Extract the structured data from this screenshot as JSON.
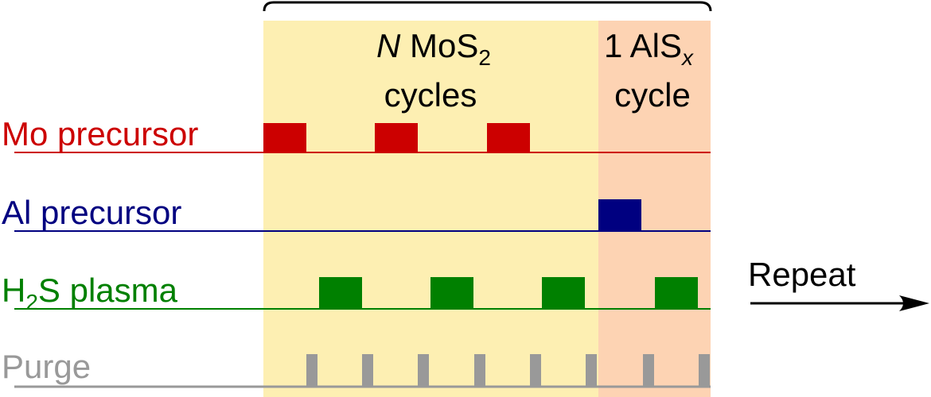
{
  "rows": [
    {
      "id": "mo",
      "label": "Mo precursor",
      "color": "#cc0000"
    },
    {
      "id": "al",
      "label": "Al precursor",
      "color": "#000080"
    },
    {
      "id": "h2s",
      "label_prefix": "H",
      "label_sub": "2",
      "label_suffix": "S plasma",
      "color": "#008000"
    },
    {
      "id": "purge",
      "label": "Purge",
      "color": "#999999"
    }
  ],
  "regions": {
    "mos2": {
      "italic": "N",
      "line1": " MoS",
      "sub": "2",
      "line2": "cycles",
      "color": "#fdefb2"
    },
    "alsx": {
      "line1": "1 AlS",
      "sub": "x",
      "line2": "cycle",
      "color": "#fdd3b3"
    }
  },
  "repeat": {
    "label": "Repeat"
  },
  "brace_color": "#000000"
}
